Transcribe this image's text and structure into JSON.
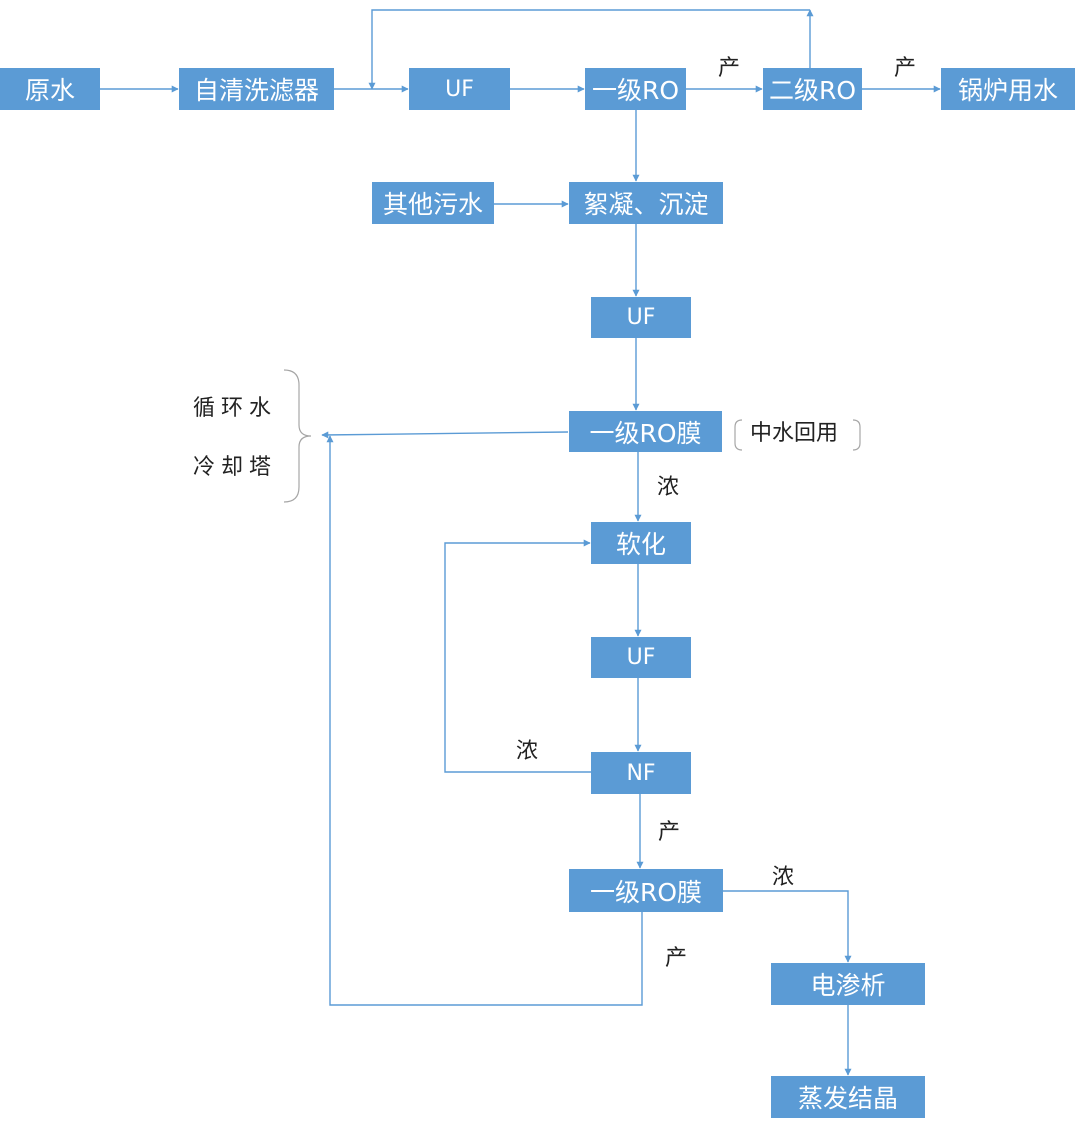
{
  "colors": {
    "box_fill": "#5b9bd5",
    "box_text": "#ffffff",
    "line": "#5b9bd5",
    "bracket": "#a6a6a6",
    "label": "#222222"
  },
  "nodes": {
    "raw_water": "原水",
    "self_clean_filter": "自清洗滤器",
    "uf_top": "UF",
    "ro1_top": "一级RO",
    "ro2_top": "二级RO",
    "boiler_water": "锅炉用水",
    "other_wastewater": "其他污水",
    "flocculation": "絮凝、沉淀",
    "uf_mid": "UF",
    "ro_membrane_1": "一级RO膜",
    "softening": "软化",
    "uf_low": "UF",
    "nf": "NF",
    "ro_membrane_2": "一级RO膜",
    "electrodialysis": "电渗析",
    "evaporation": "蒸发结晶"
  },
  "labels": {
    "product_1": "产",
    "product_2": "产",
    "concentrate_1": "浓",
    "concentrate_nf": "浓",
    "product_nf": "产",
    "concentrate_2": "浓",
    "product_ro2": "产"
  },
  "side": {
    "cooling_line1": "循环水",
    "cooling_line2": "冷却塔",
    "reuse_note": "中水回用"
  }
}
